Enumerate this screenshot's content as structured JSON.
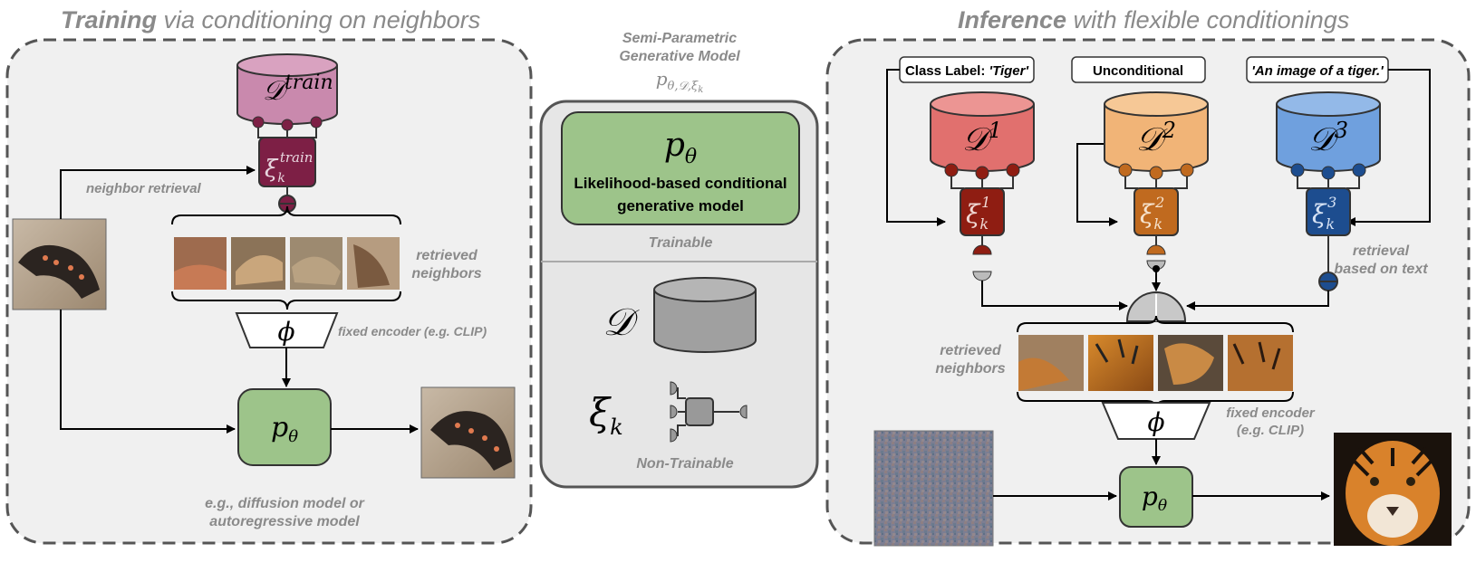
{
  "left_panel": {
    "title_bold": "Training",
    "title_rest": " via conditioning on neighbors",
    "db_label": "𝒟",
    "db_sup": "train",
    "xi_label": "ξ",
    "xi_sub": "k",
    "xi_sup": "train",
    "neighbor_retrieval": "neighbor retrieval",
    "retrieved_neighbors_1": "retrieved",
    "retrieved_neighbors_2": "neighbors",
    "encoder_symbol": "ϕ",
    "fixed_encoder": "fixed encoder (e.g. CLIP)",
    "model_symbol": "p",
    "model_sub": "θ",
    "model_note_1": "e.g., diffusion model or",
    "model_note_2": "autoregressive model"
  },
  "center_panel": {
    "header_1": "Semi-Parametric",
    "header_2": "Generative Model",
    "header_math": "p",
    "header_math_sub": "θ,𝒟,ξ",
    "header_math_subsub": "k",
    "model_symbol": "p",
    "model_sub": "θ",
    "model_desc_1": "Likelihood-based conditional",
    "model_desc_2": "generative model",
    "trainable": "Trainable",
    "db_symbol": "𝒟",
    "xi_symbol": "ξ",
    "xi_sub": "k",
    "non_trainable": "Non-Trainable"
  },
  "right_panel": {
    "title_bold": "Inference",
    "title_rest": " with flexible conditionings",
    "cond_1_prefix": "Class Label: ",
    "cond_1_value": "'Tiger'",
    "cond_2": "Unconditional",
    "cond_3": "'An image of a tiger.'",
    "db_1": "𝒟",
    "db_1_sup": "1",
    "db_2": "𝒟",
    "db_2_sup": "2",
    "db_3": "𝒟",
    "db_3_sup": "3",
    "xi_1_sup": "1",
    "xi_2_sup": "2",
    "xi_3_sup": "3",
    "xi_symbol": "ξ",
    "xi_sub": "k",
    "retrieval_text_1": "retrieval",
    "retrieval_text_2": "based on text",
    "retrieved_neighbors_1": "retrieved",
    "retrieved_neighbors_2": "neighbors",
    "encoder_symbol": "ϕ",
    "fixed_encoder_1": "fixed encoder",
    "fixed_encoder_2": "(e.g. CLIP)",
    "model_symbol": "p",
    "model_sub": "θ"
  },
  "colors": {
    "green": "#9dc48a",
    "train_db": "#c989ad",
    "train_xi": "#7d1f45",
    "db1": "#e1706e",
    "xi1": "#8f1d12",
    "db2": "#f1b477",
    "xi2": "#c06a1f",
    "db3": "#6fa0de",
    "xi3": "#1d4d8f"
  }
}
